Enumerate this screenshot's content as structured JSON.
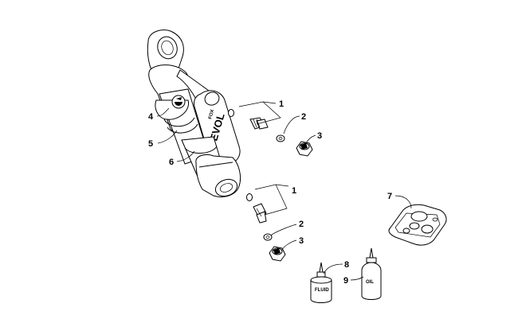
{
  "callouts": {
    "c1a": "1",
    "c2a": "2",
    "c3a": "3",
    "c4": "4",
    "c5": "5",
    "c6": "6",
    "c1b": "1",
    "c2b": "2",
    "c3b": "3",
    "c7": "7",
    "c8": "8",
    "c9": "9"
  },
  "labels": {
    "brand": "EVOL",
    "fluid": "FLUID",
    "oil": "OIL"
  },
  "icons": [
    "shock-absorber",
    "fitting",
    "washer",
    "cap-nut",
    "seal-kit",
    "fluid-bottle",
    "oil-bottle"
  ]
}
